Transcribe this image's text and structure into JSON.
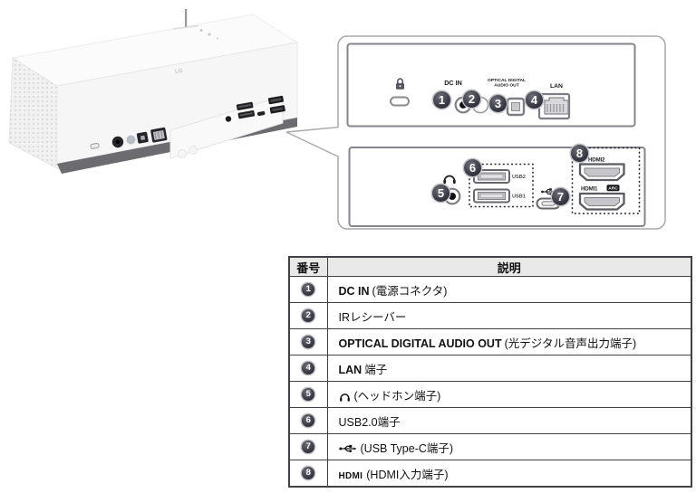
{
  "projector": {
    "logo_text": "LG"
  },
  "diagram": {
    "callouts": [
      "1",
      "2",
      "3",
      "4",
      "5",
      "6",
      "7",
      "8"
    ],
    "top_panel": {
      "dc_in_label": "DC IN",
      "optical_label_line1": "OPTICAL DIGITAL",
      "optical_label_line2": "AUDIO OUT",
      "lan_label": "LAN"
    },
    "bottom_panel": {
      "usb2_label": "USB2",
      "usb1_label": "USB1",
      "hdmi2_label": "HDMI2",
      "hdmi1_label": "HDMI1",
      "arc_label": "ARC"
    }
  },
  "icons": {
    "lock-icon": "padlock (svg shape)",
    "headphone-icon": "headphone arc (svg shape)",
    "usb-icon": "usb trident (svg shape)"
  },
  "colors": {
    "badge_fill": "#33333c",
    "table_border": "#414146",
    "table_header_bg": "#e9e9e9",
    "panel_border": "#85858b",
    "bubble_border": "#a8a8ad",
    "projector_base": "#6b6b70"
  },
  "table": {
    "header": {
      "number": "番号",
      "description": "説明"
    },
    "rows": [
      {
        "num": "1",
        "bold": "DC IN",
        "rest": "(電源コネクタ)"
      },
      {
        "num": "2",
        "rest": "IRレシーバー"
      },
      {
        "num": "3",
        "bold": "OPTICAL DIGITAL AUDIO OUT",
        "rest": "(光デジタル音声出力端子)"
      },
      {
        "num": "4",
        "bold": "LAN",
        "rest": "端子"
      },
      {
        "num": "5",
        "rest": "(ヘッドホン端子)"
      },
      {
        "num": "6",
        "rest": "USB2.0端子"
      },
      {
        "num": "7",
        "rest": "(USB Type-C端子)"
      },
      {
        "num": "8",
        "logo": "HDMI",
        "rest": "(HDMI入力端子)"
      }
    ]
  }
}
